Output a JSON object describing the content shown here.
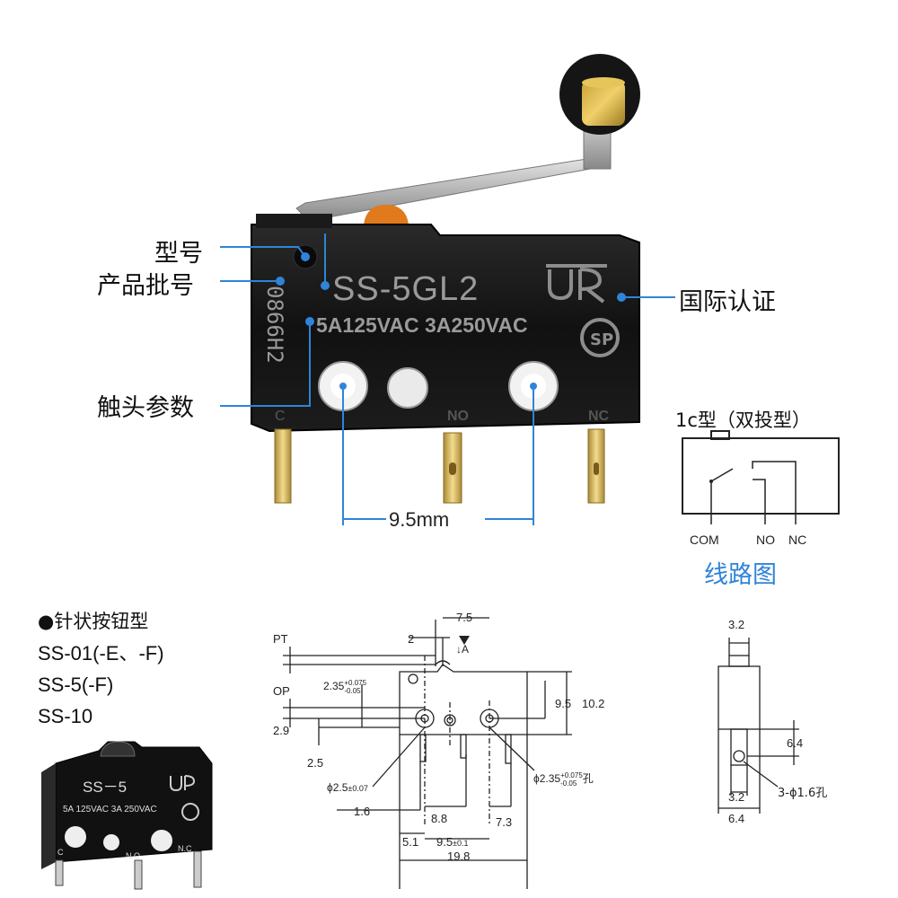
{
  "callouts": {
    "model": "型号",
    "batch": "产品批号",
    "contact": "触头参数",
    "certification": "国际认证"
  },
  "photo": {
    "model_text": "SS-5GL2",
    "rating_text": "5A125VAC  3A250VAC",
    "batch_code": "0866H2",
    "terminal_no": "NO",
    "terminal_nc": "NC",
    "terminal_c": "C",
    "pitch": "9.5mm"
  },
  "circuit": {
    "title": "1c型（双投型）",
    "com": "COM",
    "no": "NO",
    "nc": "NC",
    "caption": "线路图"
  },
  "pin_type": {
    "title": "●针状按钮型",
    "models": [
      "SS-01(-E、-F)",
      "SS-5(-F)",
      "SS-10"
    ]
  },
  "small_switch": {
    "model_text": "SS－5",
    "rating_text": "5A 125VAC  3A 250VAC",
    "no": "N.O",
    "nc": "N.C",
    "c": "C"
  },
  "dimensions": {
    "pt": "PT",
    "op": "OP",
    "d7_5": "7.5",
    "d2": "2",
    "a": "A",
    "d2_35": "2.35",
    "d2_35_tol_up": "+0.075",
    "d2_35_tol_down": "-0.05",
    "d9_5": "9.5",
    "d10_2": "10.2",
    "d2_9": "2.9",
    "d2_5": "2.5",
    "phi2_5": "ϕ2.5",
    "phi2_5_tol": "±0.07",
    "phi2_35": "ϕ2.35",
    "phi2_35_tol_up": "+0.075",
    "phi2_35_tol_down": "-0.05",
    "hole": "孔",
    "d1_6": "1.6",
    "d8_8": "8.8",
    "d7_3": "7.3",
    "d5_1": "5.1",
    "d9_5b": "9.5",
    "d9_5b_tol": "±0.1",
    "d19_8": "19.8",
    "side_3_2": "3.2",
    "side_6_4": "6.4",
    "side_3_2b": "3.2",
    "side_6_4b": "6.4",
    "side_holes": "3-ϕ1.6孔"
  }
}
